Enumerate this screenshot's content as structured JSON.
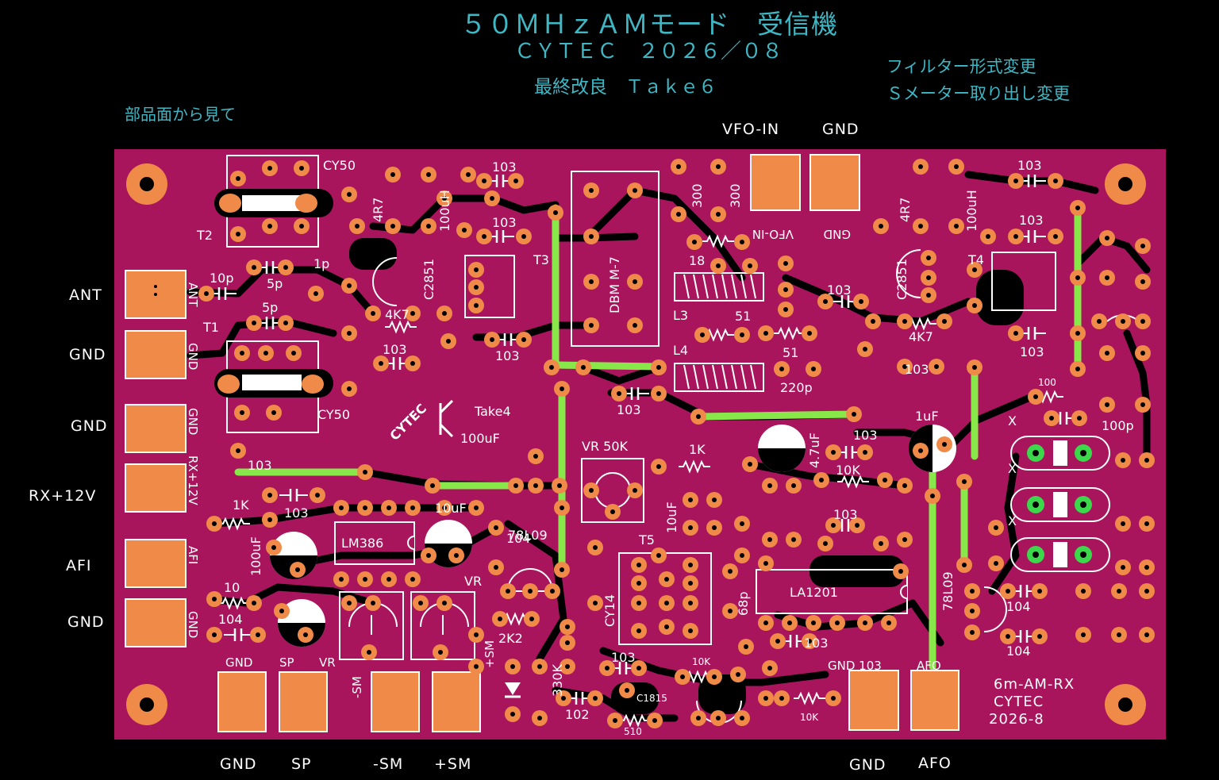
{
  "header": {
    "title": "５０ＭＨｚＡＭモード　受信機",
    "maker_date": "ＣＹＴＥＣ　２０２６／０８",
    "revision": "最終改良　Ｔａｋｅ６",
    "view_note": "部品面から見て",
    "change_1": "フィルター形式変更",
    "change_2": "Ｓメーター取り出し変更"
  },
  "top_labels": {
    "vfo_in": "VFO-IN",
    "gnd": "GND"
  },
  "left_labels": [
    "ANT",
    "GND",
    "GND",
    "RX+12V",
    "AFI",
    "GND"
  ],
  "bottom_labels": [
    "GND",
    "SP",
    "-SM",
    "+SM",
    "GND",
    "AFO"
  ],
  "silkscreen": {
    "connectors_left": [
      "ANT",
      "GND",
      "GND",
      "RX+12V",
      "AFI",
      "GND"
    ],
    "connectors_bottom": [
      "GND",
      "SP",
      "VR",
      "-SM",
      "+SM",
      "GND 103",
      "AFO"
    ],
    "connectors_top": [
      "VFO-IN",
      "GND"
    ],
    "parts": {
      "cy50": "CY50",
      "t1": "T1",
      "t2": "T2",
      "t3": "T3",
      "t4": "T4",
      "t5": "T5",
      "dbm": "DBM  M-7",
      "l3": "L3",
      "l4": "L4",
      "lm386": "LM386",
      "la1201": "LA1201",
      "cy14": "CY14",
      "c2851": "C2851",
      "c1815": "C1815",
      "l78l09": "78L09",
      "vr50k": "VR  50K",
      "vr": "VR",
      "take4": "Take4",
      "cytec": "CYTEC",
      "c100uf": "100uF",
      "c10uf": "10uF",
      "c1uf": "1uF",
      "c47uf": "4.7uF",
      "c10uf_v": "10uF",
      "c100uf_v": "100uF",
      "c100uh": "100uH",
      "x": "X"
    },
    "values": {
      "v103": "103",
      "v104": "104",
      "v102": "102",
      "v4r7": "4R7",
      "v10": "10",
      "v10p": "10p",
      "v5p": "5p",
      "v1p": "1p",
      "v4k7": "4K7",
      "v1k": "1K",
      "v2k2": "2K2",
      "v10k": "10K",
      "v330k": "330K",
      "v510": "510",
      "v51": "51",
      "v18": "18",
      "v220p": "220p",
      "v300": "300",
      "v100": "100",
      "v100p": "100p",
      "v68p": "68p"
    },
    "board_id": [
      "6m-AM-RX",
      "CYTEC",
      "2026-8"
    ]
  },
  "colors": {
    "board": "#a8155c",
    "pad": "#f08a48",
    "trace": "#000000",
    "jumper": "#88e84a",
    "silk": "#ffffff",
    "header_text": "#3fb7c4",
    "crystal_pad": "#3ad84a"
  },
  "icons": [
    "mount-hole-icon",
    "crystal-icon",
    "electrolytic-capacitor-icon",
    "transistor-icon",
    "diode-icon",
    "potentiometer-icon",
    "coil-icon",
    "ic-icon"
  ]
}
